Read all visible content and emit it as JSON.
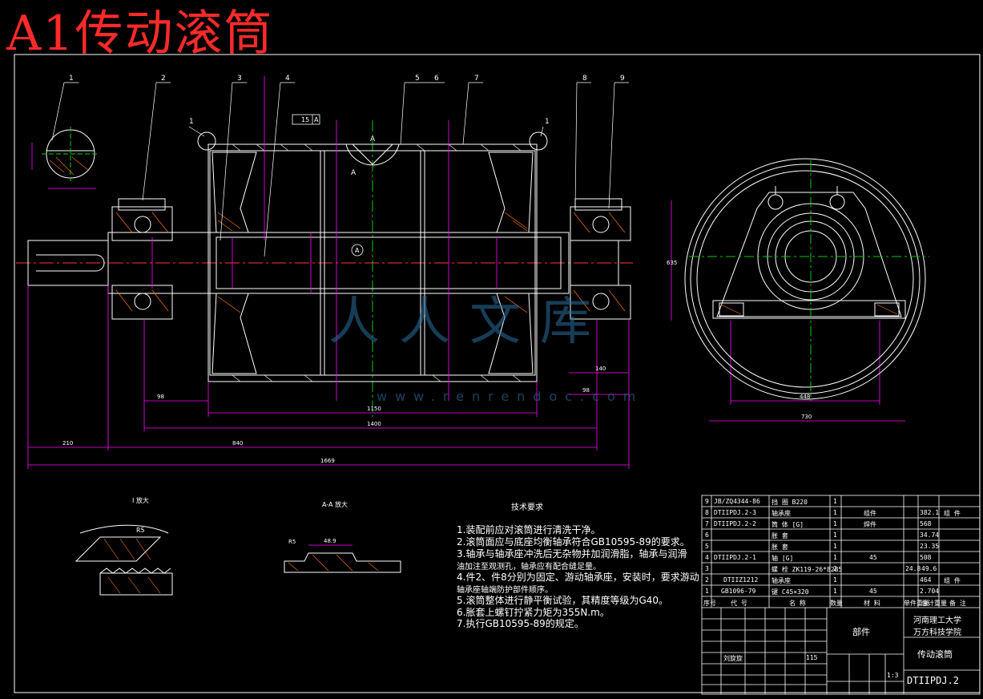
{
  "drawing": {
    "title": "A1传动滚筒",
    "drawing_no": "DTIIPDJ.2",
    "part_name": "传动滚筒",
    "scale": "1:3",
    "weight": "115",
    "school_line1": "河南理工大学",
    "school_line2": "万方科技学院",
    "assembly_label": "部件",
    "designer": "刘旋旋",
    "callouts": [
      "1",
      "2",
      "3",
      "4",
      "5",
      "6",
      "7",
      "8",
      "9"
    ],
    "small_callouts": [
      "1",
      "1",
      "A",
      "A"
    ],
    "tolerance_box": [
      "15",
      "A"
    ],
    "dims_bottom": [
      "98",
      "1150",
      "1400",
      "98",
      "140",
      "210",
      "840",
      "1669"
    ],
    "dims_side": [
      "448",
      "730",
      "635"
    ],
    "detail_i_title": "I 放大",
    "detail_i_label": "R5",
    "detail_aa_title": "A-A 放大",
    "detail_aa_r": "R5",
    "detail_aa_w": "48.9",
    "notes_heading": "技术要求",
    "notes": [
      "1.装配前应对滚筒进行清洗干净。",
      "2.滚筒面应与底座均衡轴承符合GB10595-89的要求。",
      "3.轴承与轴承座冲洗后无杂物并加润滑脂，轴承与润滑",
      "  油加注至观测孔，轴承应有配合缝足量。",
      "4.件2、件8分别为固定、游动轴承座，安装时，要求游动",
      "  轴承座轴端防护部件顺序。",
      "5.滚筒整体进行静平衡试验，其精度等级为G40。",
      "6.胀套上螺钉拧紧力矩为355N.m。",
      "7.执行GB10595-89的规定。"
    ],
    "watermark": "人人文库",
    "watermark_url": "www.renrendoc.com"
  },
  "bom": {
    "rows": [
      {
        "no": "9",
        "code": "JB/ZQ4344-86",
        "name": "挡 圈  B220",
        "qty": "1",
        "mat": "",
        "weight": "",
        "note": ""
      },
      {
        "no": "8",
        "code": "DTIIPDJ.2-3",
        "name": "轴承座",
        "qty": "1",
        "mat": "组件",
        "weight": "382.1",
        "note": "组 件"
      },
      {
        "no": "7",
        "code": "DTIIPDJ.2-2",
        "name": "筒 体 [G]",
        "qty": "1",
        "mat": "焊件",
        "weight": "568",
        "note": ""
      },
      {
        "no": "6",
        "code": "",
        "name": "胀 套",
        "qty": "1",
        "mat": "",
        "weight": "34.74",
        "note": ""
      },
      {
        "no": "5",
        "code": "",
        "name": "胀 套",
        "qty": "1",
        "mat": "",
        "weight": "23.35",
        "note": ""
      },
      {
        "no": "4",
        "code": "DTIIPDJ.2-1",
        "name": "轴 [G]",
        "qty": "1",
        "mat": "45",
        "weight": "508",
        "note": ""
      },
      {
        "no": "3",
        "code": "",
        "name": "螺 栓  ZK119-26*8285",
        "qty": "2",
        "mat": "",
        "weight": "24.8",
        "note": "49.6"
      },
      {
        "no": "2",
        "code": "DTIIZ1212",
        "name": "轴承座",
        "qty": "1",
        "mat": "",
        "weight": "464",
        "note": "组 件"
      },
      {
        "no": "1",
        "code": "GB1096-79",
        "name": "键 C45×320",
        "qty": "1",
        "mat": "45",
        "weight": "2.704",
        "note": ""
      }
    ],
    "header": [
      "序号",
      "代 号",
      "名 称",
      "数量",
      "材 料",
      "单件重量",
      "总计重量",
      "备 注"
    ]
  }
}
